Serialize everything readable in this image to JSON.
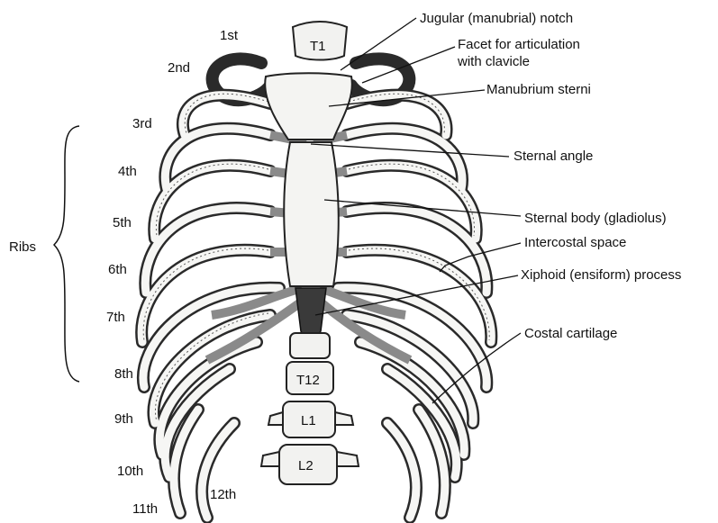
{
  "rib_labels": {
    "r1": "1st",
    "r2": "2nd",
    "r3": "3rd",
    "r4": "4th",
    "r5": "5th",
    "r6": "6th",
    "r7": "7th",
    "r8": "8th",
    "r9": "9th",
    "r10": "10th",
    "r11": "11th",
    "r12": "12th"
  },
  "group_label": "Ribs",
  "vertebra_labels": {
    "t1": "T1",
    "t12": "T12",
    "l1": "L1",
    "l2": "L2"
  },
  "callouts": {
    "jugular_notch": "Jugular (manubrial) notch",
    "facet_line1": "Facet for articulation",
    "facet_line2": "with clavicle",
    "manubrium": "Manubrium sterni",
    "sternal_angle": "Sternal angle",
    "sternal_body": "Sternal body (gladiolus)",
    "intercostal": "Intercostal space",
    "xiphoid": "Xiphoid (ensiform) process",
    "costal_cartilage": "Costal cartilage"
  }
}
